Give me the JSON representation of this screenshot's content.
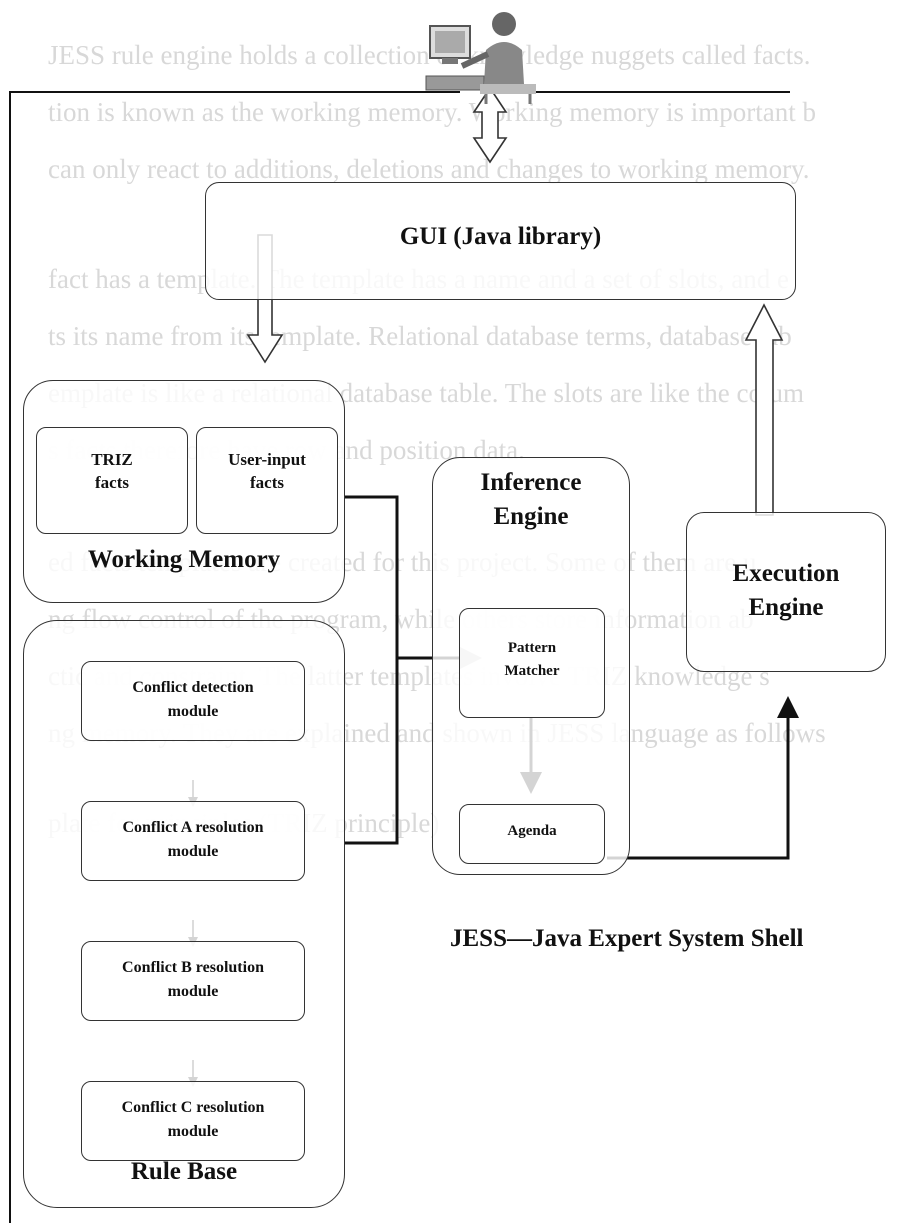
{
  "background_text": [
    "JESS rule engine holds a collection of knowledge nuggets called facts.",
    "tion is known as the working memory. Working memory is important b",
    "can only react to additions, deletions and changes to working memory.",
    "fact has a template. The template has a name and a set of slots, and e",
    "ts its name from its template. Relational database terms, database tab",
    "emplate is like a relational database table. The slots are like the colum",
    "s facts therefore have row and position data.",
    "ed facts templates are created for this project. Some of them are u",
    "ng flow control of the program, while others store information ab",
    "ctic and constraint. The latter templates involve TRIZ knowledge s",
    "ng memory. They are explained and shown in JESS language as follows",
    "plate for principles (TRIZ principle)"
  ],
  "icon": "user-at-computer-icon",
  "gui": {
    "label": "GUI (Java library)"
  },
  "working_memory": {
    "title": "Working Memory",
    "triz_facts": "TRIZ\nfacts",
    "user_facts": "User-input\nfacts"
  },
  "rule_base": {
    "title": "Rule Base",
    "modules": [
      "Conflict detection\nmodule",
      "Conflict A resolution\nmodule",
      "Conflict B resolution\nmodule",
      "Conflict C resolution\nmodule"
    ]
  },
  "inference_engine": {
    "title": "Inference\nEngine",
    "pattern_matcher": "Pattern\nMatcher",
    "agenda": "Agenda"
  },
  "execution_engine": {
    "title": "Execution\nEngine"
  },
  "shell_caption": "JESS—Java Expert System Shell"
}
